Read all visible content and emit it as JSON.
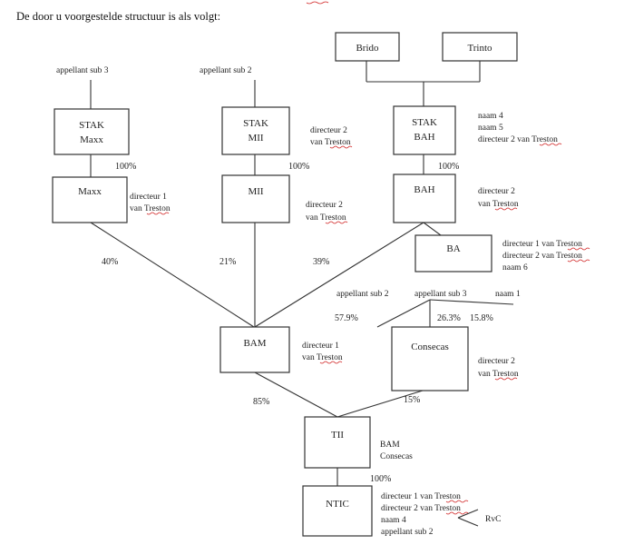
{
  "title": "De door u voorgestelde structuur is als volgt:",
  "boxes": {
    "brido": "Brido",
    "trinto": "Trinto",
    "stak_maxx": [
      "STAK",
      "Maxx"
    ],
    "stak_mii": [
      "STAK",
      "MII"
    ],
    "stak_bah": [
      "STAK",
      "BAH"
    ],
    "maxx": "Maxx",
    "mii": "MII",
    "bah": "BAH",
    "ba": "BA",
    "bam": "BAM",
    "consecas": "Consecas",
    "tii": "TII",
    "ntic": "NTIC"
  },
  "labels": {
    "appellant_sub3_top": "appellant sub 3",
    "appellant_sub2_top": "appellant sub 2",
    "stak_mii_note": [
      "directeur 2",
      "van Treston"
    ],
    "stak_bah_note": [
      "naam 4",
      "naam 5",
      "directeur 2 van Treston"
    ],
    "maxx_note": [
      "directeur 1",
      "van Treston"
    ],
    "mii_note": [
      "directeur 2",
      "van Treston"
    ],
    "bah_note": [
      "directeur 2",
      "van Treston"
    ],
    "ba_note": [
      "directeur 1 van Treston",
      "directeur 2 van Treston",
      "naam 6"
    ],
    "consecas_holders": [
      "appellant sub 2",
      "appellant sub 3",
      "naam 1"
    ],
    "bam_note": [
      "directeur 1",
      "van Treston"
    ],
    "consecas_note": [
      "directeur 2",
      "van Treston"
    ],
    "tii_note": [
      "BAM",
      "Consecas"
    ],
    "ntic_note": [
      "directeur 1 van Treston",
      "directeur 2 van Treston",
      "naam 4",
      "appellant sub 2"
    ],
    "rvc": "RvC"
  },
  "percentages": {
    "stak_maxx_maxx": "100%",
    "stak_mii_mii": "100%",
    "stak_bah_bah": "100%",
    "maxx_bam": "40%",
    "mii_bam": "21%",
    "bah_bam": "39%",
    "cons_sub2": "57.9%",
    "cons_sub3": "26.3%",
    "cons_naam1": "15.8%",
    "bam_tii": "85%",
    "cons_tii": "15%",
    "tii_ntic": "100%"
  }
}
